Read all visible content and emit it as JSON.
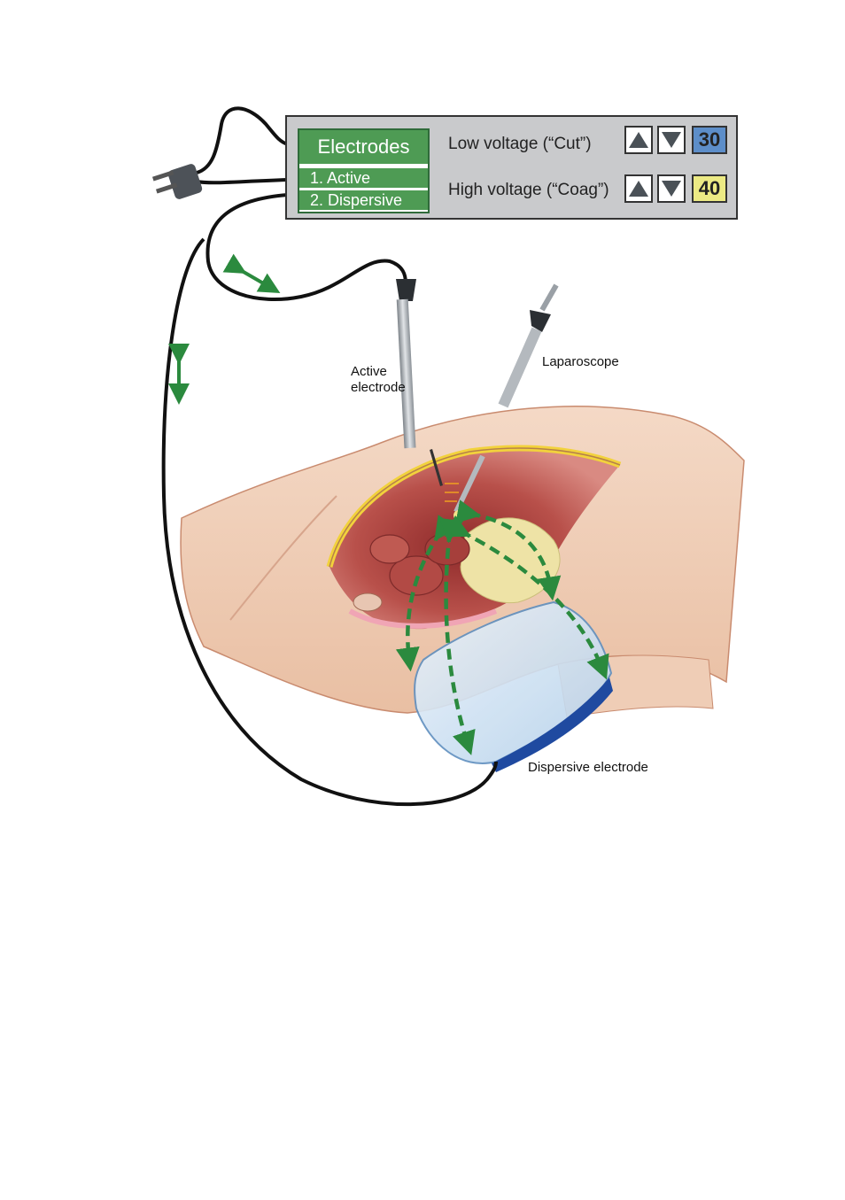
{
  "control_panel": {
    "electrodes_title": "Electrodes",
    "electrode_items": [
      "1. Active",
      "2. Dispersive"
    ],
    "low_voltage_label": "Low voltage (“Cut”)",
    "high_voltage_label": "High voltage (“Coag”)",
    "low_voltage_value": "30",
    "high_voltage_value": "40",
    "low_value_color": "#5d8ec9",
    "high_value_color": "#ecea84"
  },
  "labels": {
    "active_electrode": "Active\nelectrode",
    "active_line1": "Active",
    "active_line2": "electrode",
    "laparoscope": "Laparoscope",
    "dispersive_electrode": "Dispersive electrode"
  },
  "colors": {
    "current_arrows": "#2b8a3e",
    "cable": "#111111",
    "skin": "#f3d3bd",
    "dispersive_pad": "#cfe3f3"
  }
}
